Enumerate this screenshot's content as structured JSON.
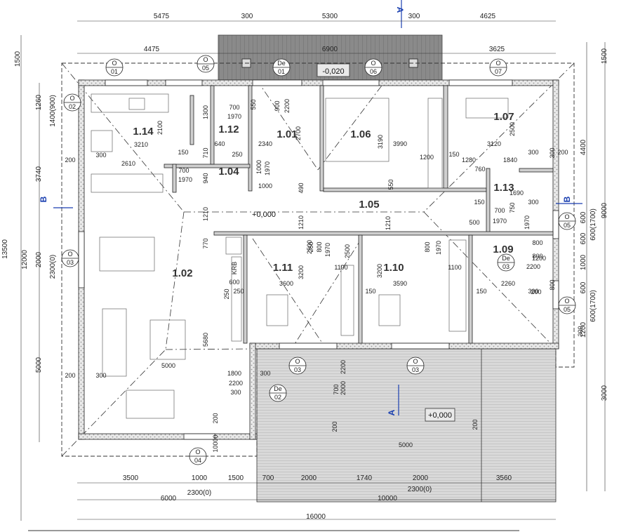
{
  "dims_top_outer": [
    "5475",
    "300",
    "5300",
    "300",
    "4625"
  ],
  "dims_top_inner": [
    "4475",
    "6900",
    "3625"
  ],
  "dims_left_outer": [
    "1500",
    "13500"
  ],
  "dims_left_inner": [
    "1260",
    "1400(900)",
    "3740",
    "12000",
    "2000",
    "2300(0)",
    "5000"
  ],
  "dims_right": [
    "1500",
    "4400",
    "9000",
    "600",
    "600(1700)",
    "600",
    "1000",
    "600",
    "600(1700)",
    "1200",
    "3000"
  ],
  "dims_bottom_1": [
    "3500",
    "1000",
    "1500",
    "700",
    "2000",
    "1740",
    "2000",
    "3560"
  ],
  "dims_bottom_2": [
    "6000",
    "2300(0)",
    "2300(0)",
    "10000"
  ],
  "dims_bottom_3": [
    "16000"
  ],
  "inner_dims": [
    "3210",
    "2610",
    "300",
    "200",
    "2100",
    "150",
    "640",
    "710",
    "250",
    "940",
    "700",
    "1970",
    "1300",
    "700",
    "1970",
    "2340",
    "1000",
    "1970",
    "550",
    "900",
    "2200",
    "2700",
    "3190",
    "3990",
    "1200",
    "150",
    "1280",
    "760",
    "1840",
    "2500",
    "3120",
    "300",
    "200",
    "150",
    "1690",
    "300",
    "700",
    "1970",
    "1970",
    "750",
    "500",
    "800",
    "1000",
    "1210",
    "1210",
    "1210",
    "490",
    "550",
    "250",
    "770",
    "2500",
    "800",
    "1970",
    "1100",
    "3600",
    "3200",
    "250",
    "2500",
    "800",
    "1970",
    "1100",
    "3590",
    "3200",
    "150",
    "800",
    "2200",
    "2260",
    "300",
    "150",
    "600",
    "250",
    "5680",
    "5000",
    "300",
    "200",
    "1800",
    "2200",
    "300",
    "200",
    "300",
    "2200",
    "2000",
    "700",
    "200",
    "10000",
    "5000",
    "200",
    "800",
    "1200",
    "300",
    "200",
    "300"
  ],
  "rooms": [
    "1.14",
    "1.12",
    "1.01",
    "1.06",
    "1.07",
    "1.04",
    "1.13",
    "1.05",
    "1.02",
    "1.11",
    "1.10",
    "1.09"
  ],
  "levels": [
    "-0,020",
    "+0,000",
    "+0,000"
  ],
  "krb_label": "KRB",
  "markers": [
    {
      "top": "O",
      "bottom": "01"
    },
    {
      "top": "O",
      "bottom": "05"
    },
    {
      "top": "De",
      "bottom": "01"
    },
    {
      "top": "O",
      "bottom": "06"
    },
    {
      "top": "O",
      "bottom": "07"
    },
    {
      "top": "O",
      "bottom": "02"
    },
    {
      "top": "O",
      "bottom": "03"
    },
    {
      "top": "O",
      "bottom": "05"
    },
    {
      "top": "De",
      "bottom": "03"
    },
    {
      "top": "O",
      "bottom": "05"
    },
    {
      "top": "O",
      "bottom": "03"
    },
    {
      "top": "O",
      "bottom": "03"
    },
    {
      "top": "De",
      "bottom": "02"
    },
    {
      "top": "O",
      "bottom": "04"
    }
  ],
  "section_marks": [
    "B",
    "B",
    "A",
    "A"
  ]
}
